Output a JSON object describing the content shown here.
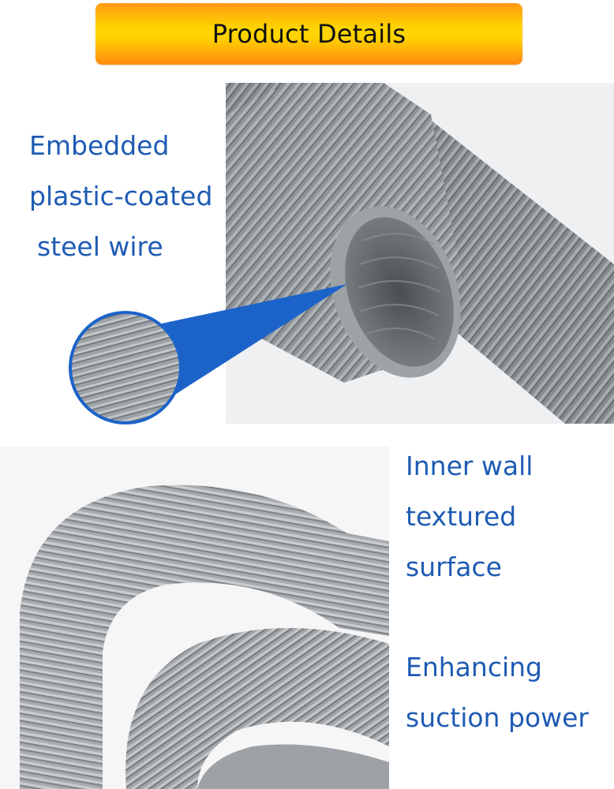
{
  "banner": {
    "title": "Product Details"
  },
  "callouts": {
    "wire_line1": "Embedded",
    "wire_line2": "plastic-coated",
    "wire_line3": "steel wire",
    "inner_line1": "Inner wall",
    "inner_line2": "textured",
    "inner_line3": "surface",
    "suction_line1": "Enhancing",
    "suction_line2": "suction power"
  },
  "colors": {
    "banner_top": "#ff9a12",
    "banner_mid": "#ffd400",
    "text_blue": "#1e5bb3",
    "hose_gray": "#8c9196"
  }
}
